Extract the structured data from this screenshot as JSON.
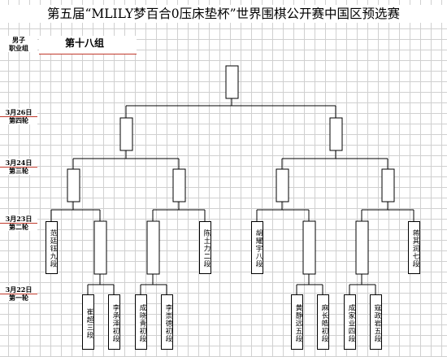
{
  "title": "第五届“MLILY梦百合0压床垫杯”世界围棋公开赛中国区预选赛",
  "division": {
    "line1": "男子",
    "line2": "职业组"
  },
  "group": "第十八组",
  "rounds": [
    {
      "date": "3月26日",
      "name": "第四轮"
    },
    {
      "date": "3月24日",
      "name": "第三轮"
    },
    {
      "date": "3月23日",
      "name": "第二轮"
    },
    {
      "date": "3月22日",
      "name": "第一轮"
    }
  ],
  "players": {
    "p1": "范廷钰九段",
    "p2": "崔超三段",
    "p3": "李承泽初段",
    "p4": "成晓青初段",
    "p5": "李崇德初段",
    "p6": "陈土力二段",
    "p7": "胡耀宇八段",
    "p8": "黄静远五段",
    "p9": "麻长皓初段",
    "p10": "成家业四段",
    "p11": "寇政岩五段",
    "p12": "蒋其润七段"
  }
}
